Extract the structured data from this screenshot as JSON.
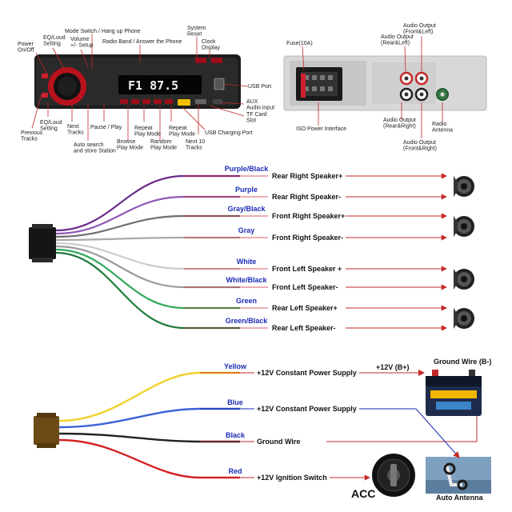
{
  "radio": {
    "labels": {
      "power": "Power\nOn/Off",
      "eq_loud_top": "EQ/Loud\nSetting",
      "volume": "Volume\n+/- Setup",
      "mode_switch": "Mode Switch / Hang up Phone",
      "radio_band": "Radio Band / Answer the Phone",
      "system_reset": "System\nReset",
      "clock": "Clock\nDisplay",
      "usb_port": "USB Port",
      "aux": "AUX\nAudio input",
      "tf": "TF Card\nSlot",
      "usb_charging": "USB Charging Port",
      "next10": "Next 10\nTracks",
      "repeat2": "Repeat\nPlay Mode",
      "random": "Random\nPlay Mode",
      "repeat1": "Repeat\nPlay Mode",
      "browse": "Browse\nPlay Mode",
      "pause": "Pause / Play",
      "auto_search": "Auto search\nand store Station",
      "next": "Next\nTracks",
      "eq_loud_bottom": "EQ/Loud\nSetting",
      "previous": "Previous\nTracks"
    },
    "display_text": "F1 87.5"
  },
  "rear": {
    "labels": {
      "fuse": "Fuse(10A)",
      "audio_out_rl": "Audio Output\n(Rear&Left)",
      "audio_out_fl_top": "Audio Output\n(Front&Left)",
      "audio_out_rr": "Audio Output\n(Rear&Right)",
      "radio_antenna": "Radio\nAntenna",
      "audio_out_fr": "Audio Output\n(Front&Right)",
      "iso": "ISO Power Interface"
    }
  },
  "speakers": [
    {
      "wire": "Purple/Black",
      "dest": "Rear Right Speaker+",
      "color": "#6a2a8a",
      "speaker": true
    },
    {
      "wire": "Purple",
      "dest": "Rear Right Speaker-",
      "color": "#8e5bb5",
      "speaker": false
    },
    {
      "wire": "Gray/Black",
      "dest": "Front Right Speaker+",
      "color": "#6e6e6e",
      "speaker": true
    },
    {
      "wire": "Gray",
      "dest": "Front Right Speaker-",
      "color": "#a9a9a9",
      "speaker": false
    },
    {
      "wire": "White",
      "dest": "Front Left Speaker +",
      "color": "#d8d8d8",
      "speaker": true
    },
    {
      "wire": "White/Black",
      "dest": "Front Left Speaker-",
      "color": "#9a9a9a",
      "speaker": false
    },
    {
      "wire": "Green",
      "dest": "Rear Left Speaker+",
      "color": "#2fa85a",
      "speaker": true
    },
    {
      "wire": "Green/Black",
      "dest": "Rear Left Speaker-",
      "color": "#1f7a3d",
      "speaker": false
    }
  ],
  "power": [
    {
      "wire": "Yellow",
      "dest": "+12V Constant Power Supply",
      "color": "#f2d22c"
    },
    {
      "wire": "Blue",
      "dest": "+12V Constant Power Supply",
      "color": "#3b62d8"
    },
    {
      "wire": "Black",
      "dest": "Ground Wire",
      "color": "#222222"
    },
    {
      "wire": "Red",
      "dest": "+12V Ignition Switch",
      "color": "#d32222"
    }
  ],
  "power_extras": {
    "b_plus": "+12V (B+)",
    "ground": "Ground Wire (B-)",
    "acc": "ACC",
    "auto_antenna": "Auto Antenna"
  },
  "colors": {
    "arrow": "#c62828",
    "label_blue": "#1a2bb5"
  }
}
